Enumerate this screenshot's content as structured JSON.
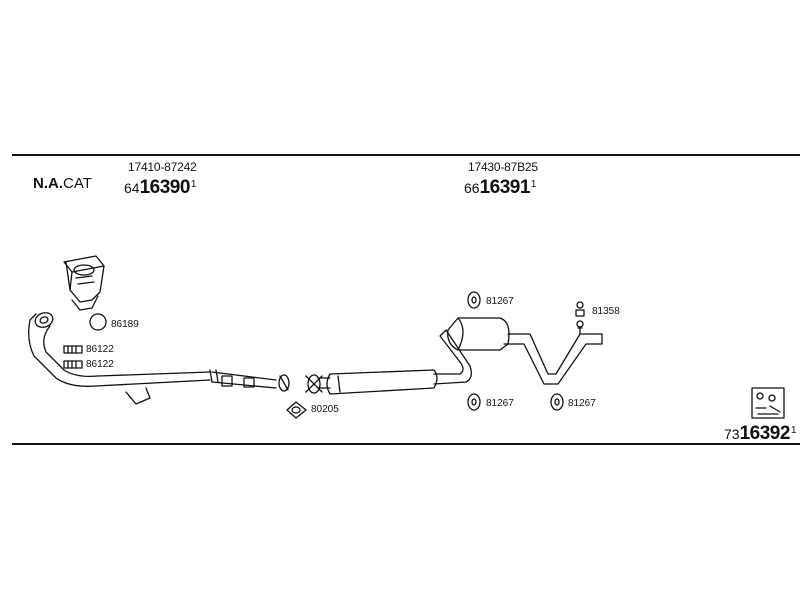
{
  "header": {
    "catalyst_label_bold": "N.A.",
    "catalyst_label_rest": "CAT",
    "assemblies": [
      {
        "oem_number": "17410-87242",
        "code_prefix": "64",
        "code_main": "16390",
        "code_suffix": "1"
      },
      {
        "oem_number": "17430-87B25",
        "code_prefix": "66",
        "code_main": "16391",
        "code_suffix": "1"
      }
    ]
  },
  "parts": {
    "ring_86189": "86189",
    "clamp_86122_a": "86122",
    "clamp_86122_b": "86122",
    "gasket_80205": "80205",
    "hanger_81267_top": "81267",
    "hanger_81267_bottom_left": "81267",
    "hanger_81267_bottom_right": "81267",
    "bolt_81358": "81358"
  },
  "footer": {
    "code_prefix": "73",
    "code_main": "16392",
    "code_suffix": "1"
  },
  "colors": {
    "ink": "#111111",
    "background": "#ffffff"
  }
}
